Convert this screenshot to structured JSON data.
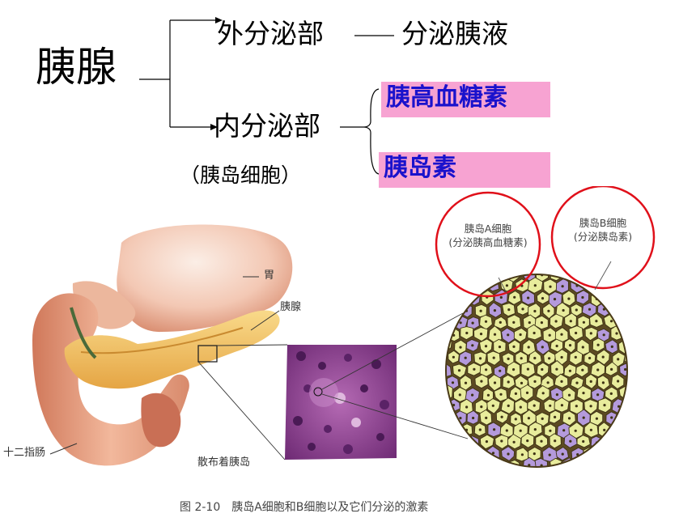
{
  "title": "胰腺",
  "exocrine": {
    "label": "外分泌部",
    "product": "分泌胰液"
  },
  "endocrine": {
    "label": "内分泌部",
    "note": "（胰岛细胞）"
  },
  "hormones": [
    "胰高血糖素",
    "胰岛素"
  ],
  "figure": {
    "stomach_label": "胃",
    "pancreas_label": "胰腺",
    "duodenum_label": "十二指肠",
    "islets_label": "散布着胰岛",
    "a_cell": {
      "line1": "胰岛A细胞",
      "line2": "(分泌胰高血糖素)"
    },
    "b_cell": {
      "line1": "胰岛B细胞",
      "line2": "(分泌胰岛素)"
    },
    "caption": "图 2-10　胰岛A细胞和B细胞以及它们分泌的激素"
  },
  "colors": {
    "highlight_bg": "#f7a3d2",
    "highlight_text": "#1a12cc",
    "circle_red": "#e0101a",
    "cell_yellow": "#e8ec9c",
    "cell_purple": "#b49adc",
    "histology": "#8a3c8e"
  }
}
